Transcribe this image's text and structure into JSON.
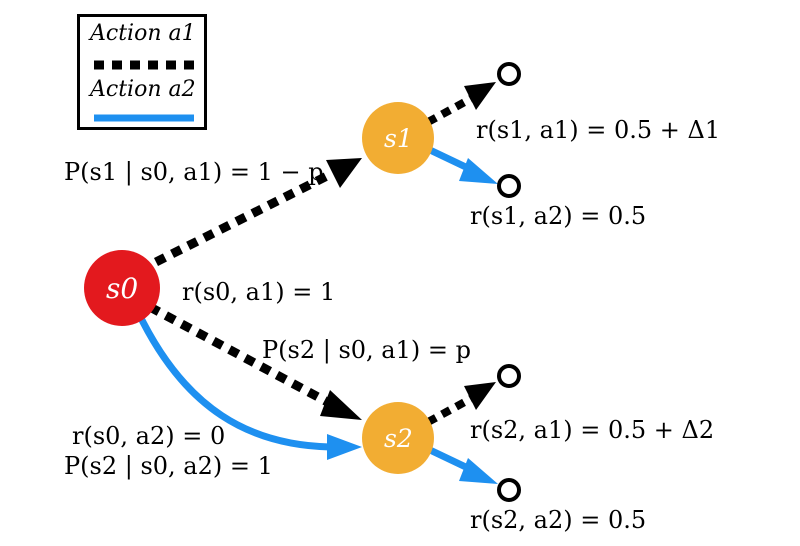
{
  "legend": {
    "action1_label": "Action a1",
    "action2_label": "Action a2"
  },
  "nodes": {
    "s0": "s0",
    "s1": "s1",
    "s2": "s2"
  },
  "labels": {
    "p_s1_given_s0_a1": "P(s1 | s0, a1) = 1 − p",
    "p_s2_given_s0_a1": "P(s2 | s0, a1) = p",
    "r_s0_a1": "r(s0, a1) = 1",
    "r_s0_a2": "r(s0, a2) = 0",
    "p_s2_given_s0_a2": "P(s2 | s0, a2) = 1",
    "r_s1_a1": "r(s1, a1) = 0.5 + Δ1",
    "r_s1_a2": "r(s1, a2) = 0.5",
    "r_s2_a1": "r(s2, a1) = 0.5 + Δ2",
    "r_s2_a2": "r(s2, a2) = 0.5"
  },
  "colors": {
    "s0_fill": "#e3191e",
    "s_fill": "#f2ad33",
    "action1": "#000000",
    "action2": "#1e90f0"
  }
}
